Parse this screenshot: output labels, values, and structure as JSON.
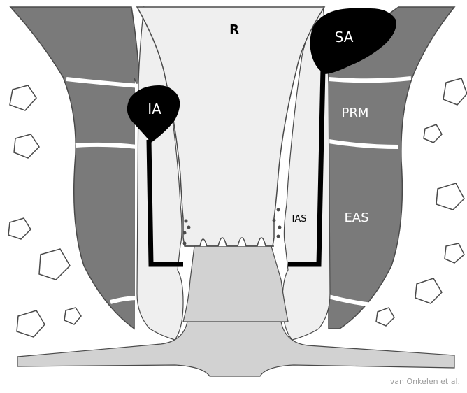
{
  "labels": {
    "rectum": "R",
    "superior_abscess": "SA",
    "inferior_abscess": "IA",
    "puborectalis": "PRM",
    "internal_sphincter": "IAS",
    "external_sphincter": "EAS"
  },
  "credit": "van Onkelen et al.",
  "colors": {
    "muscle": "#7a7a7a",
    "mucosa": "#d2d2d2",
    "light_fill": "#efefef",
    "abscess": "#000000",
    "outline": "#4a4a4a",
    "background": "#ffffff"
  },
  "icons": [
    "pentagon-fat-icon"
  ]
}
